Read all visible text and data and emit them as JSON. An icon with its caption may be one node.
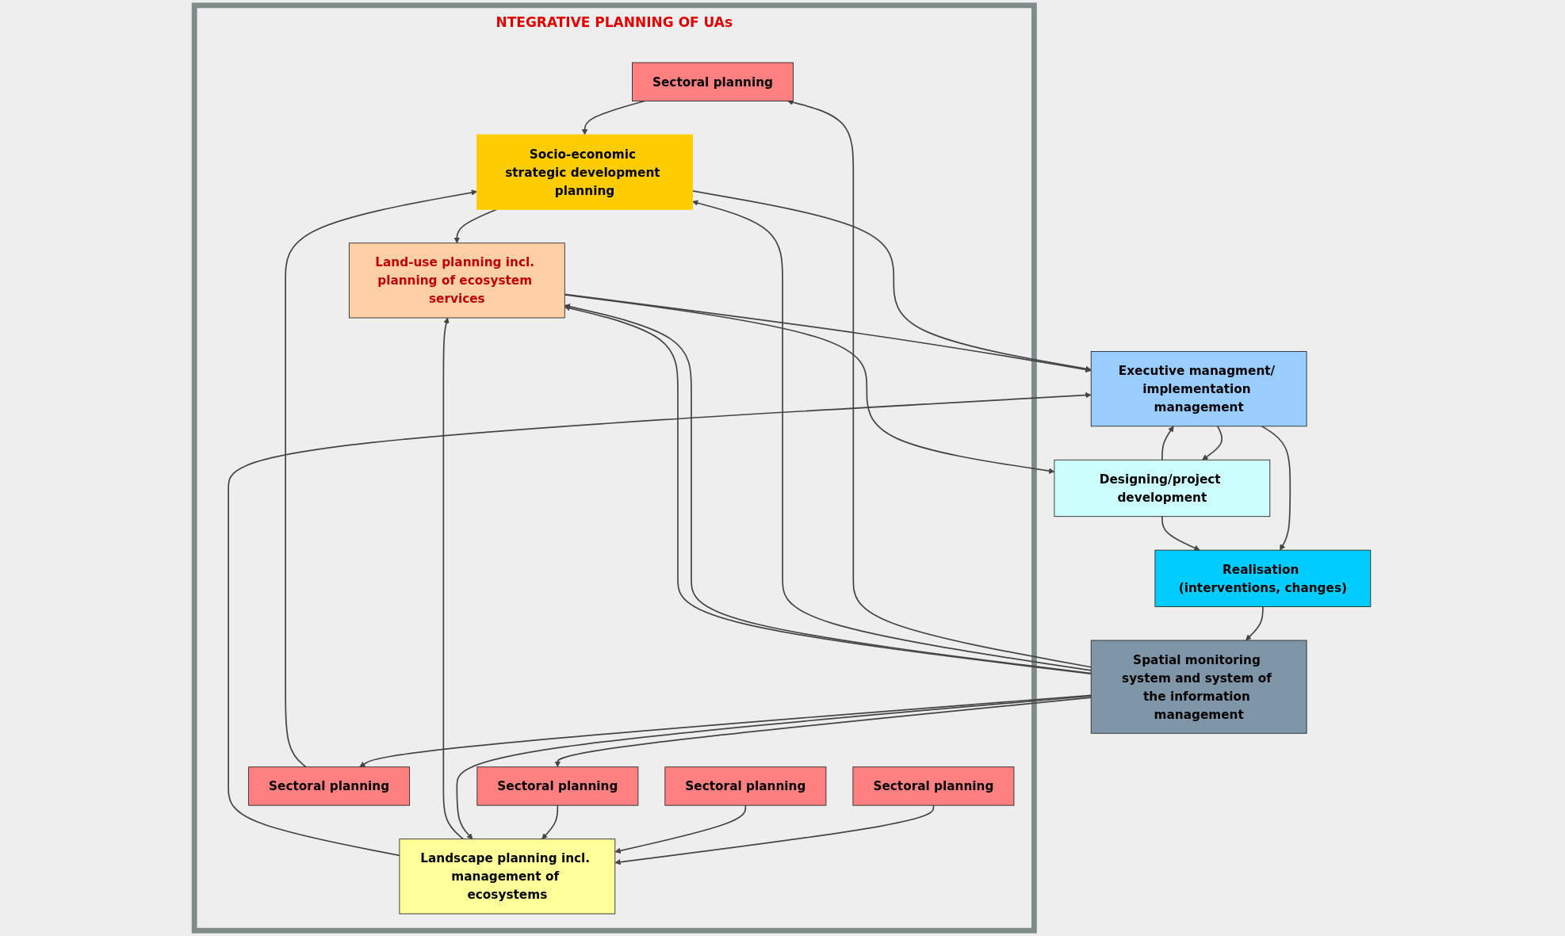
{
  "diagram": {
    "nodes": [
      {
        "text": [
          "NTEGRATIVE PLANNING OF UAs"
        ]
      },
      {
        "text": [
          "Sectoral planning"
        ],
        "in": 0
      },
      {
        "text": [
          "Socio-economic strategic development planning"
        ],
        "in": 0
      },
      {
        "text": [
          "Landscape planning incl. management of ecosystems"
        ],
        "in": 0
      },
      {
        "text": [
          "Sectoral planning"
        ],
        "in": 0
      },
      {
        "text": [
          "Sectoral planning"
        ],
        "in": 0
      },
      {
        "text": [
          "Sectoral planning"
        ],
        "in": 0
      },
      {
        "text": [
          "Sectoral planning"
        ],
        "in": 0
      },
      {
        "text": [
          "Land-use planning incl. planning of ecosystem services"
        ],
        "in": 0
      },
      {
        "text": [
          "Executive managment/ implementation management"
        ]
      },
      {
        "text": [
          "Designing/project development"
        ]
      },
      {
        "text": [
          "Realisation (interventions, changes)"
        ]
      },
      {
        "text": [
          "Spatial monitoring system and system of the information management"
        ]
      }
    ],
    "edges": [
      {
        "from": 12,
        "to": 1,
        "arrow": "to"
      },
      {
        "from": 12,
        "to": 2,
        "arrow": "to"
      },
      {
        "from": 12,
        "to": 5,
        "arrow": "to"
      },
      {
        "from": 12,
        "to": 8,
        "arrow": "to"
      },
      {
        "from": 1,
        "to": 2,
        "arrow": "to"
      },
      {
        "from": 5,
        "to": 2,
        "arrow": "to"
      },
      {
        "from": 4,
        "to": 3,
        "arrow": "to"
      },
      {
        "from": 6,
        "to": 3,
        "arrow": "to"
      },
      {
        "from": 7,
        "to": 3,
        "arrow": "to"
      },
      {
        "from": 2,
        "to": 8,
        "arrow": "to"
      },
      {
        "from": 3,
        "to": 8,
        "arrow": "to"
      },
      {
        "from": 2,
        "to": 9,
        "arrow": "to"
      },
      {
        "from": 8,
        "to": 9,
        "arrow": "to"
      },
      {
        "from": 3,
        "to": 9,
        "arrow": "to"
      },
      {
        "from": 8,
        "to": 10,
        "arrow": "to"
      },
      {
        "from": 9,
        "to": 10,
        "arrow": "to"
      },
      {
        "from": 10,
        "to": 9,
        "arrow": "to"
      },
      {
        "from": 9,
        "to": 11,
        "arrow": "to"
      },
      {
        "from": 10,
        "to": 11,
        "arrow": "to"
      },
      {
        "from": 11,
        "to": 12,
        "arrow": "to"
      },
      {
        "from": 12,
        "to": 7,
        "arrow": "to"
      },
      {
        "from": 12,
        "to": 3,
        "arrow": "to"
      },
      {
        "from": 12,
        "to": 8,
        "arrow": "to"
      }
    ]
  }
}
